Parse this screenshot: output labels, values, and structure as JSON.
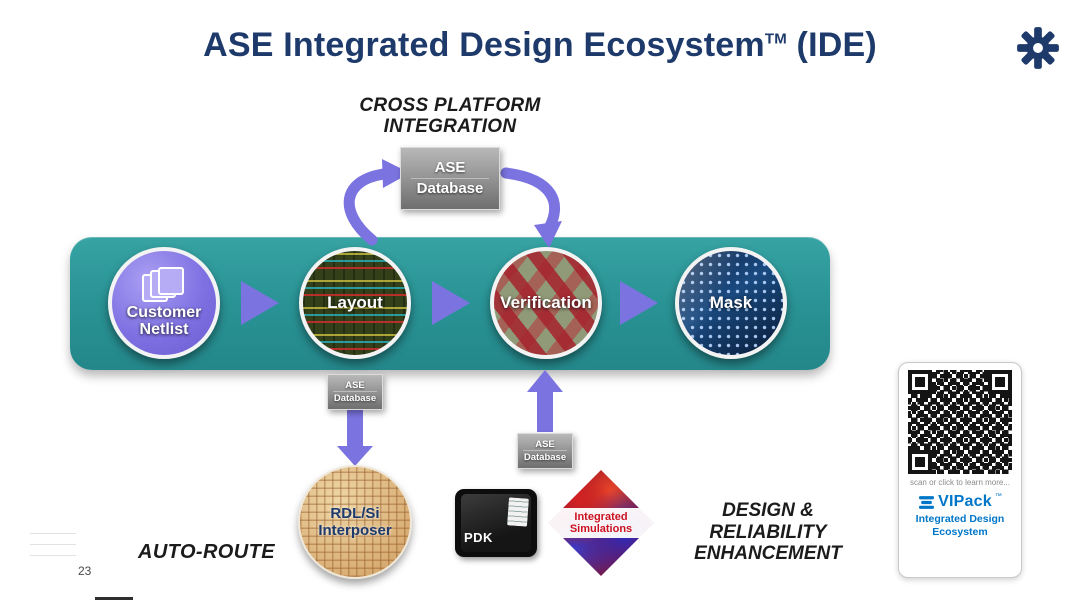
{
  "slide": {
    "title_main": "ASE Integrated Design Ecosystem",
    "title_tm": "TM",
    "title_suffix": " (IDE)",
    "page_number": "23"
  },
  "cross_platform": {
    "line1": "CROSS PLATFORM",
    "line2": "INTEGRATION"
  },
  "database_box": {
    "line1": "ASE",
    "line2": "Database"
  },
  "flow": {
    "steps": [
      {
        "label": "Customer Netlist"
      },
      {
        "label": "Layout"
      },
      {
        "label": "Verification"
      },
      {
        "label": "Mask"
      }
    ]
  },
  "auto_route": {
    "label": "AUTO-ROUTE",
    "target_line1": "RDL/Si",
    "target_line2": "Interposer"
  },
  "enhancement": {
    "pdk_label": "PDK",
    "sim_line1": "Integrated",
    "sim_line2": "Simulations",
    "caption_line1": "DESIGN &",
    "caption_line2": "RELIABILITY",
    "caption_line3": "ENHANCEMENT"
  },
  "qr_panel": {
    "scan_text": "scan or click to learn more...",
    "brand": "VIPack",
    "brand_tm": "™",
    "subtitle_line1": "Integrated Design",
    "subtitle_line2": "Ecosystem"
  },
  "colors": {
    "title_navy": "#1d3a6b",
    "band_teal": "#2a9496",
    "arrow_purple": "#7b74e0",
    "vipack_blue": "#0076c8",
    "sim_red": "#cc1122"
  },
  "icons": {
    "header": "gear-icon",
    "netlist": "documents-icon",
    "qr": "qr-code",
    "vipack_logo": "vipack-logo-icon"
  }
}
